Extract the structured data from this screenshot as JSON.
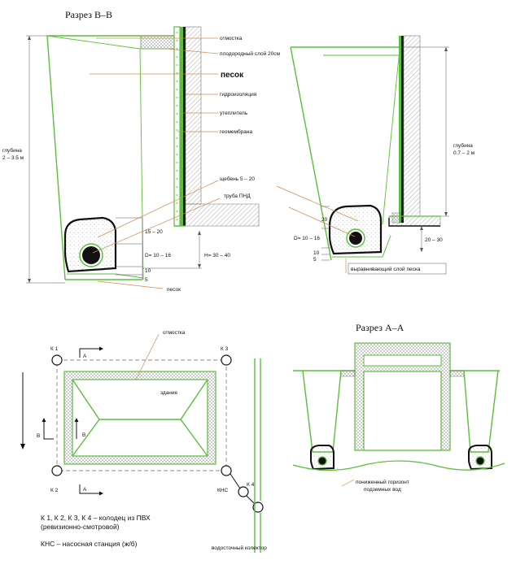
{
  "titles": {
    "section_bb": "Разрез В–В",
    "section_aa": "Разрез А–А"
  },
  "left_section": {
    "label_otmostka": "отмостка",
    "label_soil": "плодородный слой 20см",
    "label_sand": "песок",
    "label_hydro": "гидроизоляция",
    "label_insul": "утеплитель",
    "label_geo": "геомембрана",
    "label_gravel": "щебень 5 – 20",
    "label_pipe": "труба ПНД",
    "depth_label_1": "глубина",
    "depth_label_2": "2 – 3.5 м",
    "dim_15_20": "15 – 20",
    "dim_d": "D= 10 – 16",
    "dim_10": "10",
    "dim_5": "5",
    "dim_h": "H= 30 – 40",
    "label_sand_bottom": "песок"
  },
  "right_section": {
    "depth_label_1": "глубина",
    "depth_label_2": "0.7 – 2 м",
    "dim_20": "20",
    "dim_d": "D= 10 – 16",
    "dim_10": "10",
    "dim_5": "5",
    "dim_20_30": "20 – 30",
    "label_leveling": "выравнивающий слой песка"
  },
  "plan": {
    "label_otmostka": "отмостка",
    "label_building": "здание",
    "k1": "К 1",
    "k2": "К 2",
    "k3": "К 3",
    "k4": "К 4",
    "kns": "КНС",
    "arrow_a": "А",
    "arrow_b": "В",
    "collector": "водосточный колектор"
  },
  "section_aa": {
    "groundwater_1": "пониженный горизонт",
    "groundwater_2": "подземных вод"
  },
  "legend": {
    "line1": "К 1, К 2, К 3, К 4 – колодец из ПВХ",
    "line2": "(ревизионно-смотровой)",
    "line3": "КНС – насосная станция (ж/б)"
  }
}
